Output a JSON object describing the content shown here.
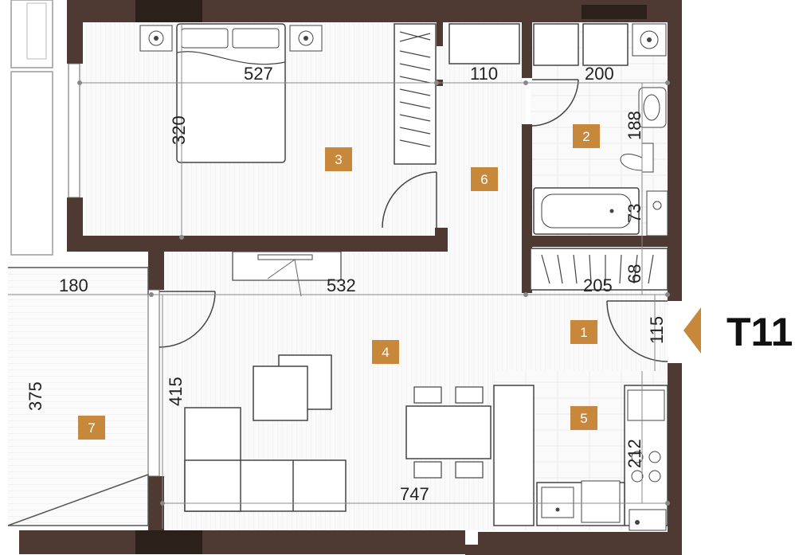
{
  "plan": {
    "unit_name": "T11",
    "colors": {
      "wall": "#4e3a32",
      "label_bg": "#c8883c",
      "arrow": "#c8883c",
      "line": "#9a9a9a",
      "floor": "#f7f7f5"
    },
    "rooms": [
      {
        "id": "1",
        "number": "1"
      },
      {
        "id": "2",
        "number": "2"
      },
      {
        "id": "3",
        "number": "3"
      },
      {
        "id": "4",
        "number": "4"
      },
      {
        "id": "5",
        "number": "5"
      },
      {
        "id": "6",
        "number": "6"
      },
      {
        "id": "7",
        "number": "7"
      }
    ],
    "dimensions": {
      "bedroom_width": "527",
      "bedroom_depth": "320",
      "hall_depth_110": "110",
      "bath_width_200": "200",
      "bath_depth_188": "188",
      "bath_depth_73": "73",
      "storage_depth_68": "68",
      "storage_width_205": "205",
      "entry_depth_115": "115",
      "living_width_532": "532",
      "balcony_width_180": "180",
      "balcony_depth_375": "375",
      "living_depth_415": "415",
      "living_total_747": "747",
      "kitchen_depth_212": "212"
    }
  }
}
